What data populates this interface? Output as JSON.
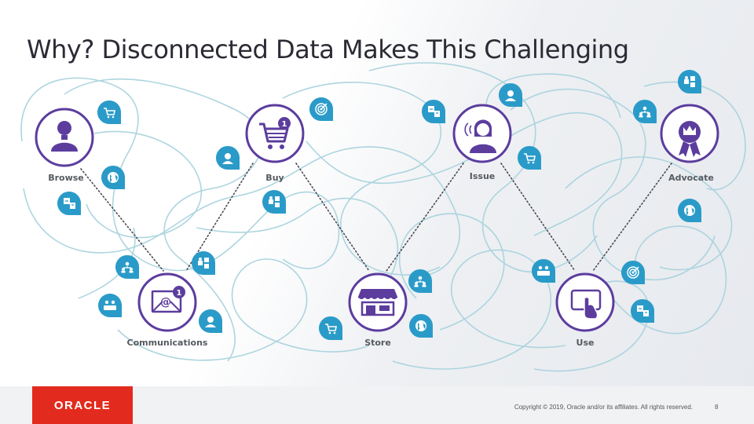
{
  "slide": {
    "title": "Why? Disconnected Data Makes This Challenging",
    "nodes": {
      "browse": "Browse",
      "buy": "Buy",
      "issue": "Issue",
      "advocate": "Advocate",
      "communications": "Communications",
      "store": "Store",
      "use": "Use"
    },
    "badges": {
      "buy": "1",
      "communications": "1"
    }
  },
  "footer": {
    "logo_text": "ORACLE",
    "copyright": "Copyright © 2019, Oracle and/or its affiliates. All rights reserved.",
    "page_number": "8"
  },
  "colors": {
    "purple": "#5c3d9e",
    "teal": "#2a9bc8",
    "line": "#a9d3de",
    "oracle_red": "#e22b1e"
  }
}
